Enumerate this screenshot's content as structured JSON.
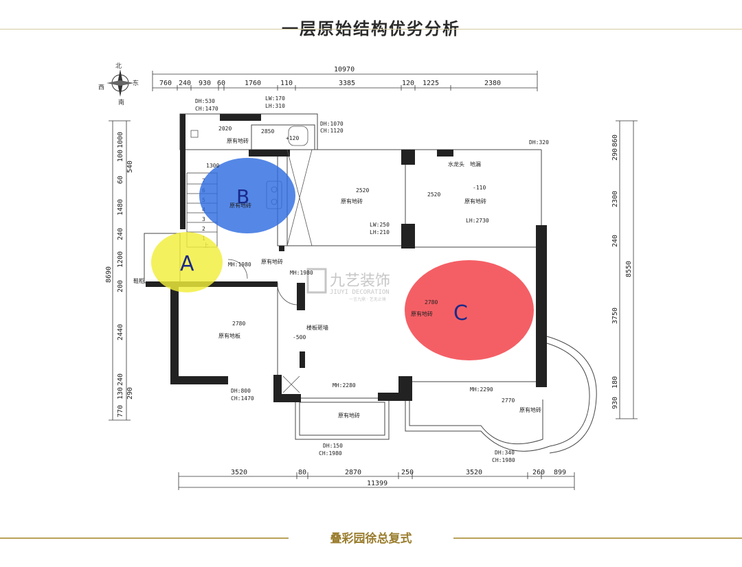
{
  "title": "一层原始结构优劣分析",
  "footer": "叠彩园徐总复式",
  "compass": {
    "n": "北",
    "s": "南",
    "e": "东",
    "w": "西"
  },
  "dims_top": {
    "total": "10970",
    "segments": [
      "760",
      "240",
      "930",
      "60",
      "1760",
      "110",
      "3385",
      "120",
      "1225",
      "2380"
    ]
  },
  "dims_bottom": {
    "total": "11399",
    "segments": [
      "3520",
      "80",
      "2870",
      "250",
      "3520",
      "260",
      "899"
    ]
  },
  "dims_left": {
    "total": "8690",
    "segments": [
      "1000",
      "100",
      "540",
      "60",
      "1480",
      "240",
      "1200",
      "200",
      "2440",
      "240",
      "130",
      "290",
      "770"
    ]
  },
  "dims_right": {
    "total": "8550",
    "segments": [
      "860",
      "290",
      "2300",
      "240",
      "3750",
      "180",
      "930"
    ]
  },
  "zones": {
    "a": {
      "label": "A",
      "color": "#f2ee3a"
    },
    "b": {
      "label": "B",
      "color": "#2f6de0"
    },
    "c": {
      "label": "C",
      "color": "#f2434a"
    }
  },
  "annotations": {
    "dh530": "DH:530",
    "ch1470a": "CH:1470",
    "lw170": "LW:170",
    "lh310": "LH:310",
    "dh1070": "DH:1070",
    "ch1120": "CH:1120",
    "h2020": "2020",
    "h2850": "2850",
    "h120": "+120",
    "floor1": "原有地砖",
    "h1300": "1300",
    "h2520a": "2520",
    "floor2": "原有地砖",
    "h2520b": "2520",
    "h110": "-110",
    "floor3": "原有地砖",
    "dh320": "DH:320",
    "tap": "水龙头",
    "drain": "地漏",
    "floorb": "原有地砖",
    "lw250": "LW:250",
    "lh210": "LH:210",
    "lh2730": "LH:2730",
    "floor4": "原有地砖",
    "mh1980a": "MH:1980",
    "mh1980b": "MH:1980",
    "shoe": "鞋柜",
    "up": "上",
    "stairs": [
      "7",
      "6",
      "5",
      "4",
      "3",
      "2",
      "1"
    ],
    "h2780a": "2780",
    "floor_wood": "原有地板",
    "h2780b": "2780",
    "floorc": "原有地砖",
    "h500": "-500",
    "partition": "楼板砸墙",
    "dh800": "DH:800",
    "ch1470b": "CH:1470",
    "mh2280": "MH:2280",
    "mh2290": "MH:2290",
    "h2770": "2770",
    "floor5": "原有地砖",
    "floor6": "原有地砖",
    "dh150": "DH:150",
    "ch1980a": "CH:1980",
    "dh340": "DH:340",
    "ch1980b": "CH:1980"
  },
  "watermark": {
    "brand": "九艺装饰",
    "en": "JIUYI DECORATION",
    "slogan": "一言九鼎 · 艺无止境"
  }
}
